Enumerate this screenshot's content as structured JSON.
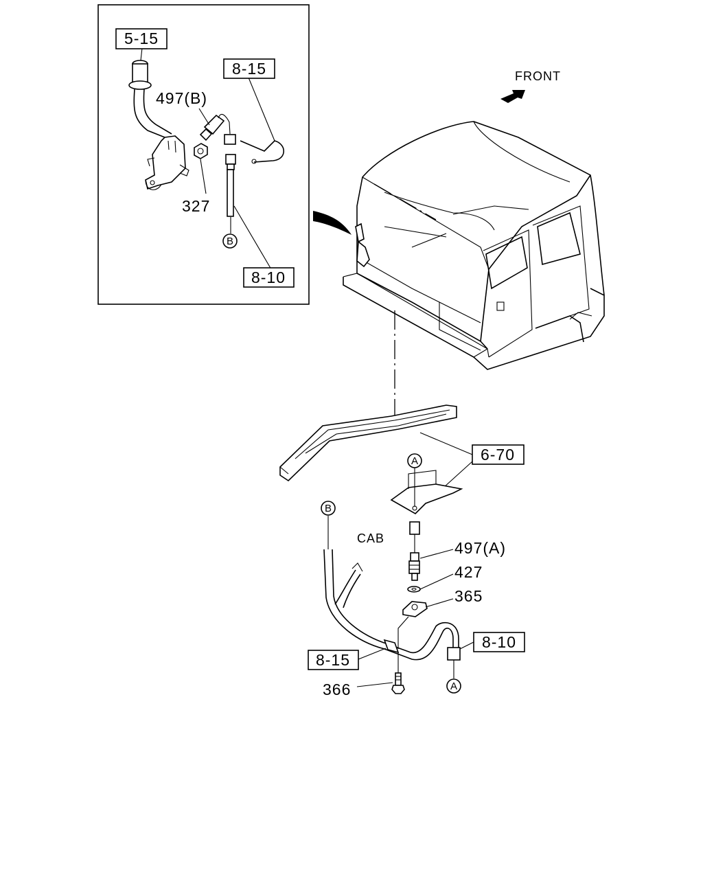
{
  "labels": {
    "ref_5_15": "5-15",
    "ref_8_15_top": "8-15",
    "ref_8_10_top": "8-10",
    "ref_6_70": "6-70",
    "ref_8_10_bottom": "8-10",
    "ref_8_15_bottom": "8-15",
    "part_497b": "497(B)",
    "part_327": "327",
    "part_497a": "497(A)",
    "part_427": "427",
    "part_365": "365",
    "part_366": "366",
    "front": "FRONT",
    "cab": "CAB"
  },
  "markers": {
    "b_top": "B",
    "b_bottom": "B",
    "a_top": "A",
    "a_bottom": "A"
  }
}
